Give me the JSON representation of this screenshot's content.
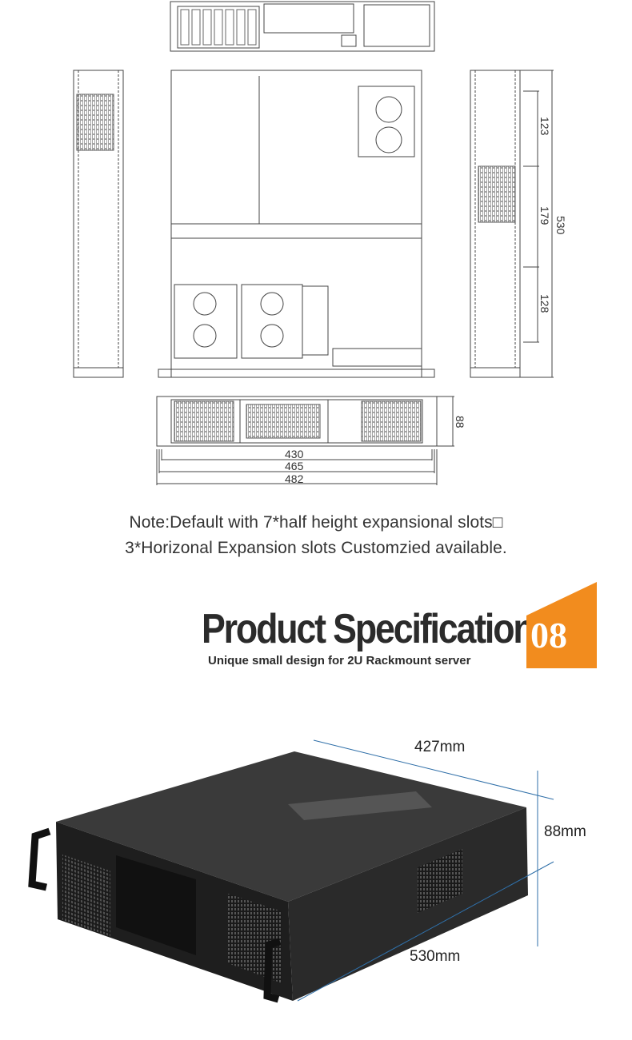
{
  "drawing": {
    "side_dims": [
      "123",
      "179",
      "128",
      "530"
    ],
    "front_height": "88",
    "front_widths": [
      "430",
      "465",
      "482"
    ]
  },
  "note": {
    "line1": "Note:Default with 7*half height expansional slots□",
    "line2": "3*Horizonal Expansion slots Customzied available."
  },
  "section": {
    "title": "Product Specification",
    "subtitle": "Unique small design for 2U Rackmount server",
    "number": "08",
    "badge_color": "#f28c1e"
  },
  "photo": {
    "width_label": "427mm",
    "height_label": "88mm",
    "depth_label": "530mm"
  }
}
